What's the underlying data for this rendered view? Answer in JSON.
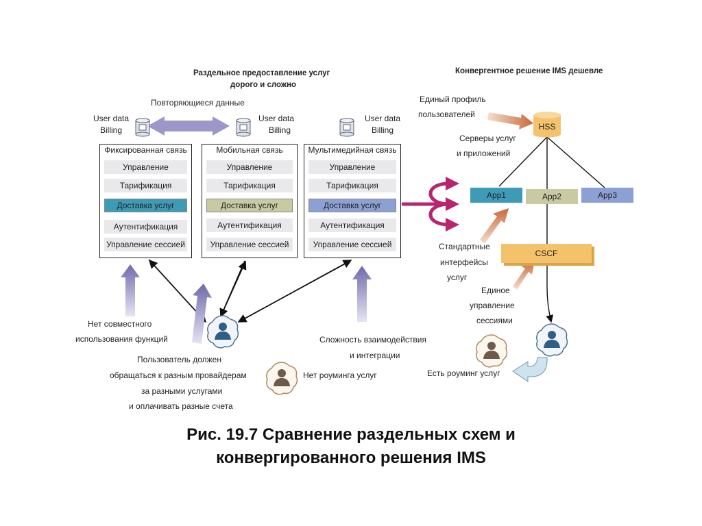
{
  "left": {
    "title_line1": "Раздельное предоставление услуг",
    "title_line2": "дорого и сложно",
    "duplicate_data": "Повторяющиеся данные",
    "db_labels": [
      {
        "line1": "User data",
        "line2": "Billing"
      },
      {
        "line1": "User data",
        "line2": "Billing"
      },
      {
        "line1": "User data",
        "line2": "Billing"
      }
    ],
    "columns": [
      {
        "name": "Фиксированная связь",
        "rows": [
          "Управление",
          "Тарификация",
          "Доставка услуг",
          "Аутентификация",
          "Управление сессией"
        ],
        "highlight_color": "#3e9bb5"
      },
      {
        "name": "Мобильная связь",
        "rows": [
          "Управление",
          "Тарификация",
          "Доставка услуг",
          "Аутентификация",
          "Управление сессией"
        ],
        "highlight_color": "#c9c9a3"
      },
      {
        "name": "Мультимедийная связь",
        "rows": [
          "Управление",
          "Тарификация",
          "Доставка услуг",
          "Аутентификация",
          "Управление сессией"
        ],
        "highlight_color": "#8da0d4"
      }
    ],
    "no_sharing": [
      "Нет совместного",
      "использования функций"
    ],
    "user_must": [
      "Пользователь должен",
      "обращаться к разным провайдерам",
      "за разными услугами",
      "и оплачивать разные счета"
    ],
    "no_roaming": "Нет роуминга услуг",
    "complexity": [
      "Сложность взаимодействия",
      "и интеграции"
    ]
  },
  "right": {
    "title": "Конвергентное решение IMS дешевле",
    "single_profile": [
      "Единый профиль",
      "пользователей"
    ],
    "hss": "HSS",
    "servers": [
      "Серверы услуг",
      "и приложений"
    ],
    "apps": [
      "App1",
      "App2",
      "App3"
    ],
    "std_interfaces": [
      "Стандартные",
      "интерфейсы",
      "услуг"
    ],
    "cscf": "CSCF",
    "single_session": [
      "Единое",
      "управление",
      "сессиями"
    ],
    "roaming": "Есть роуминг услуг"
  },
  "caption": [
    "Рис. 19.7 Сравнение раздельных схем и",
    "конвергированного решения IMS"
  ],
  "colors": {
    "accent_magenta": "#b8246e",
    "app_teal": "#3e9bb5",
    "app_olive": "#c9c9a3",
    "app_blue": "#8da0d4",
    "hss_cscf_gold": "#f3c26b",
    "arrow_purple": "#8a86c0",
    "arrow_orange": "#d98a5a"
  }
}
